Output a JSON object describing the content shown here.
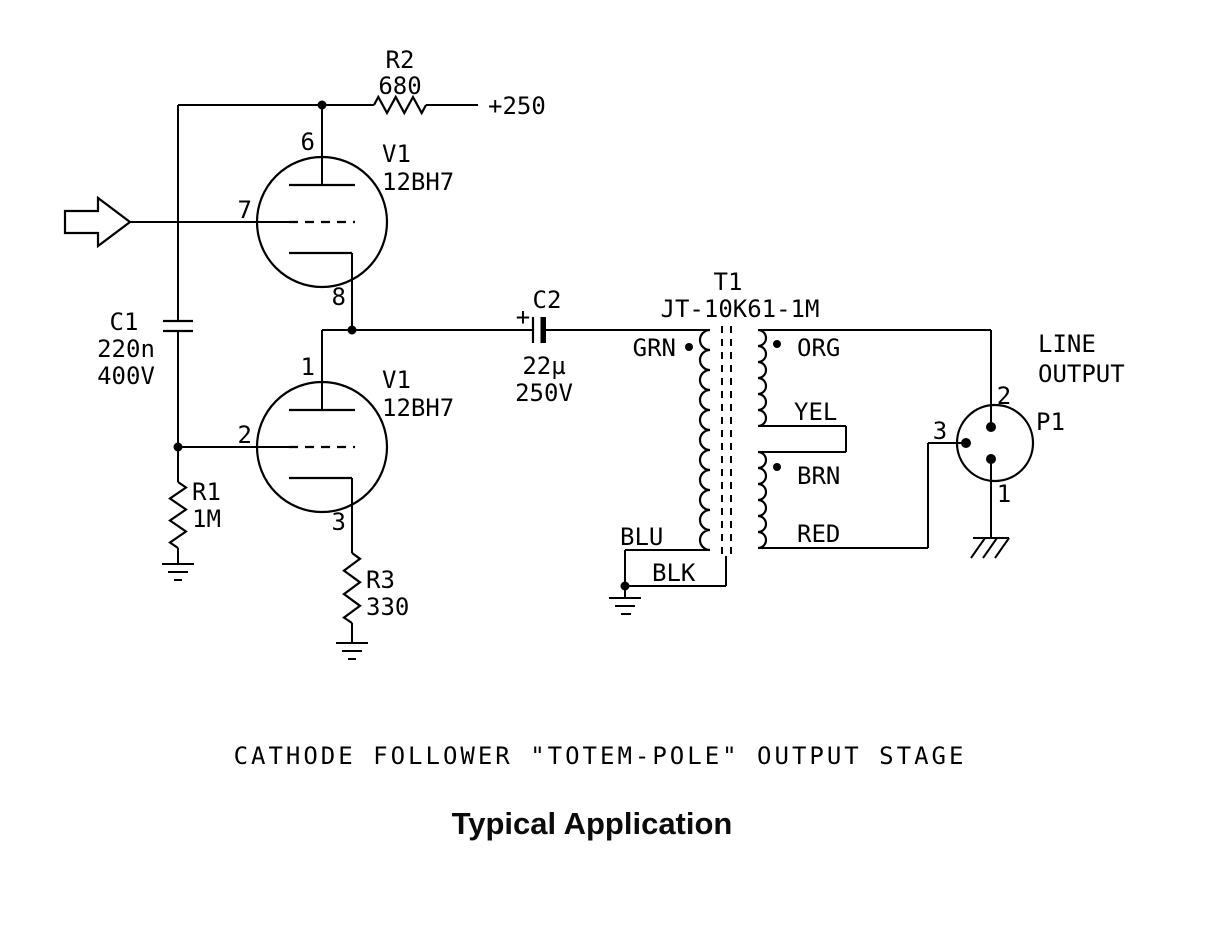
{
  "colors": {
    "ink": "#000000",
    "background": "#ffffff"
  },
  "schematic": {
    "caption": "CATHODE FOLLOWER \"TOTEM-POLE\" OUTPUT STAGE",
    "title": "Typical Application",
    "supply_label": "+250",
    "tubes": {
      "upper": {
        "ref": "V1",
        "part": "12BH7",
        "pin_plate": "6",
        "pin_grid": "7",
        "pin_cathode": "8"
      },
      "lower": {
        "ref": "V1",
        "part": "12BH7",
        "pin_plate": "1",
        "pin_grid": "2",
        "pin_cathode": "3"
      }
    },
    "resistors": {
      "r1": {
        "ref": "R1",
        "value": "1M"
      },
      "r2": {
        "ref": "R2",
        "value": "680"
      },
      "r3": {
        "ref": "R3",
        "value": "330"
      }
    },
    "capacitors": {
      "c1": {
        "ref": "C1",
        "value": "220n",
        "rating": "400V"
      },
      "c2": {
        "ref": "C2",
        "value": "22µ",
        "rating": "250V",
        "polarity": "+"
      }
    },
    "transformer": {
      "ref": "T1",
      "part": "JT-10K61-1M",
      "leads": {
        "grn": "GRN",
        "blu": "BLU",
        "blk": "BLK",
        "org": "ORG",
        "yel": "YEL",
        "brn": "BRN",
        "red": "RED"
      }
    },
    "connector": {
      "ref": "P1",
      "label_line1": "LINE",
      "label_line2": "OUTPUT",
      "pin1": "1",
      "pin2": "2",
      "pin3": "3"
    }
  }
}
